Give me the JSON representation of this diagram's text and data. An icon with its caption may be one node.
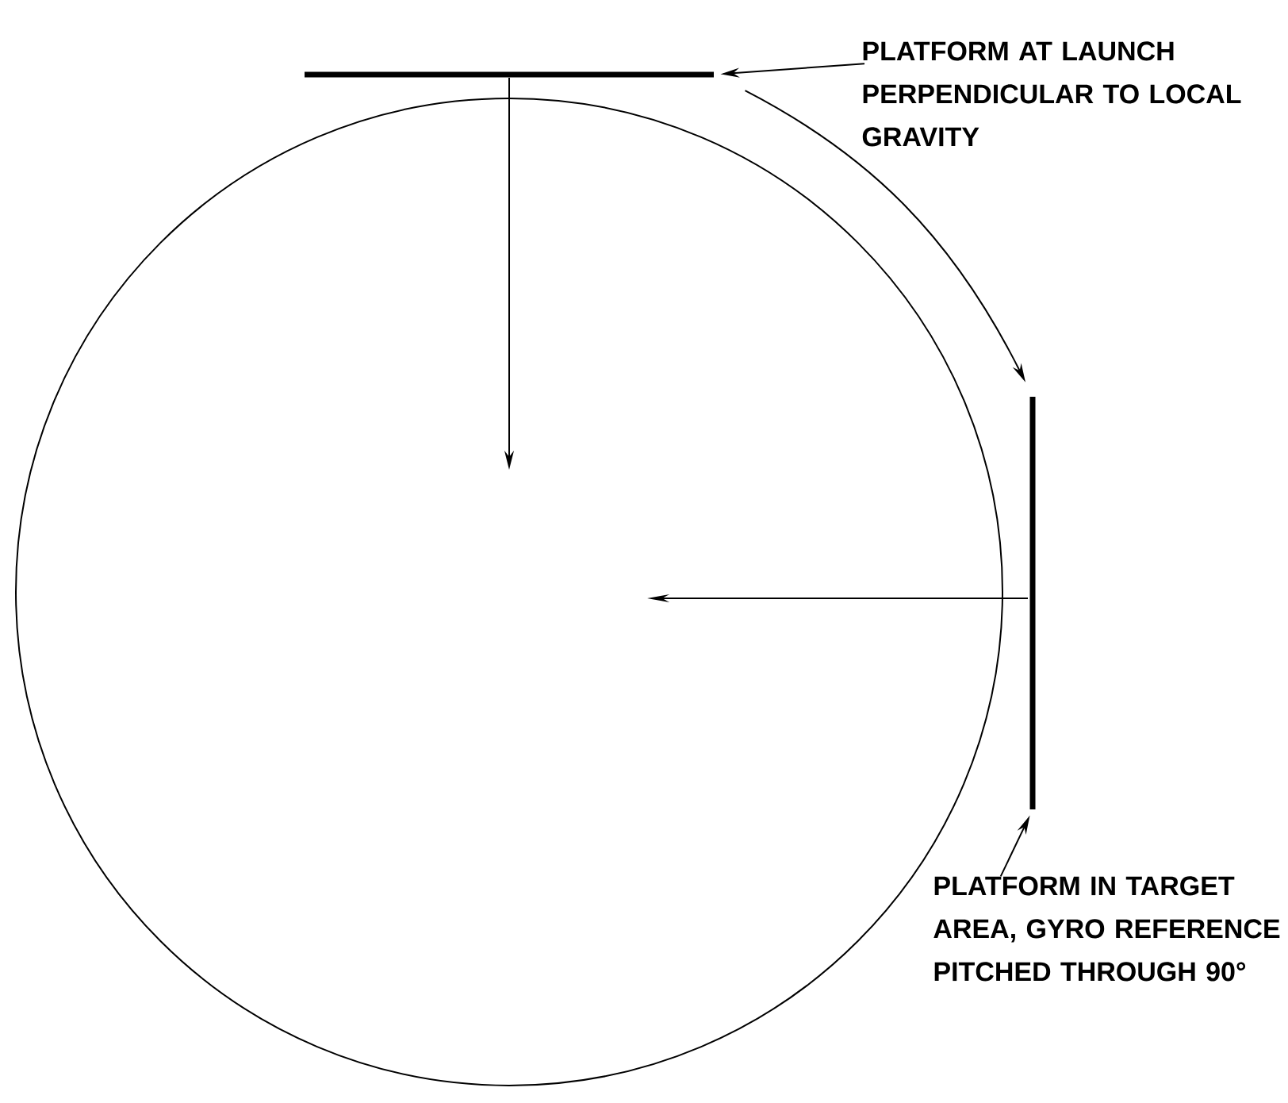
{
  "diagram": {
    "nodes": [
      {
        "text": [
          "PLATFORM AT LAUNCH PERPENDICULAR TO LOCAL GRAVITY"
        ]
      },
      {
        "text": [],
        "shape": "bar"
      },
      {
        "text": [],
        "shape": "bar"
      },
      {
        "text": [
          "PLATFORM IN TARGET AREA, GYRO REFERENCE PITCHED THROUGH 90°"
        ]
      }
    ],
    "edges": [
      {
        "from": 0,
        "to": 1,
        "arrow": "to"
      },
      {
        "from": 1,
        "to": 2,
        "arrow": "to"
      },
      {
        "from": 3,
        "to": 2,
        "arrow": "to"
      }
    ]
  }
}
